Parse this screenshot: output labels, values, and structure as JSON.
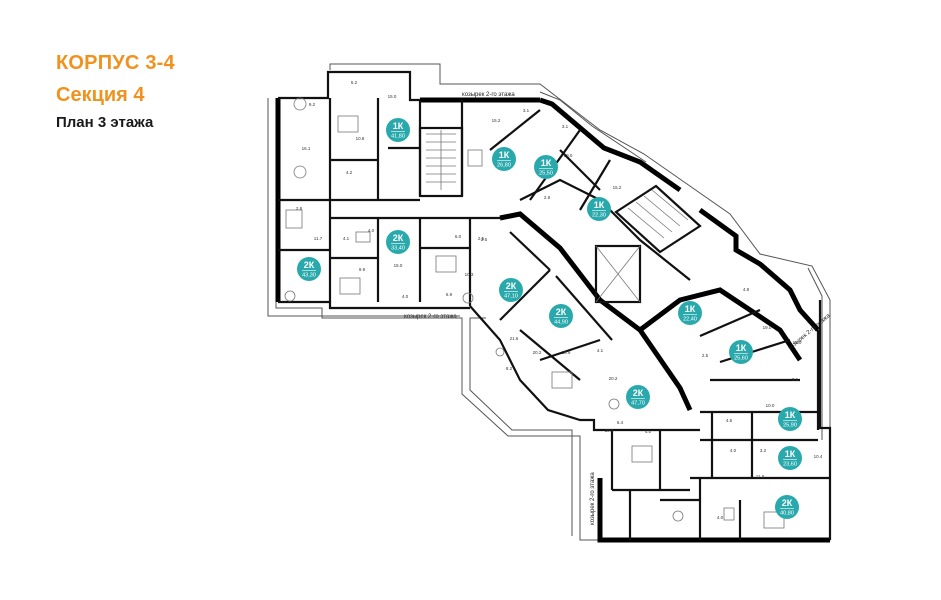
{
  "header": {
    "building": "КОРПУС 3-4",
    "section": "Секция 4",
    "floor_plan": "План 3 этажа"
  },
  "colors": {
    "accent_orange": "#f0921e",
    "badge_teal": "#2aa9ad",
    "wall": "#111111"
  },
  "canopy_labels": [
    "козырек 2-го этажа",
    "козырек 2-го этажа",
    "козырек 2-го этажа",
    "козырек 2-го этажа"
  ],
  "apartments": [
    {
      "type": "1К",
      "area": "41,80"
    },
    {
      "type": "1К",
      "area": "26,80"
    },
    {
      "type": "1К",
      "area": "25,50"
    },
    {
      "type": "1К",
      "area": "22,30"
    },
    {
      "type": "2К",
      "area": "33,40"
    },
    {
      "type": "2К",
      "area": "43,30"
    },
    {
      "type": "2К",
      "area": "47,10"
    },
    {
      "type": "2К",
      "area": "44,90"
    },
    {
      "type": "1К",
      "area": "22,40"
    },
    {
      "type": "1К",
      "area": "25,60"
    },
    {
      "type": "2К",
      "area": "47,70"
    },
    {
      "type": "1К",
      "area": "25,90"
    },
    {
      "type": "1К",
      "area": "23,60"
    },
    {
      "type": "2К",
      "area": "40,80"
    }
  ],
  "room_areas": [
    "9.2",
    "5.2",
    "15.0",
    "15.2",
    "3.1",
    "3.1",
    "16.1",
    "10.8",
    "19.0",
    "15.2",
    "2.9",
    "4.2",
    "2.5",
    "4.0",
    "2.8",
    "11.7",
    "4.1",
    "9.9",
    "15.0",
    "6.0",
    "2.5",
    "10.3",
    "6.9",
    "4.0",
    "21.6",
    "20.2",
    "10.9",
    "4.1",
    "20.2",
    "8.2",
    "10.4",
    "6.4",
    "4.8",
    "19.0",
    "15.0",
    "2.5",
    "3.1",
    "10.0",
    "4.6",
    "4.0",
    "3.2",
    "10.4",
    "4.0",
    "11.0",
    "4.0"
  ]
}
